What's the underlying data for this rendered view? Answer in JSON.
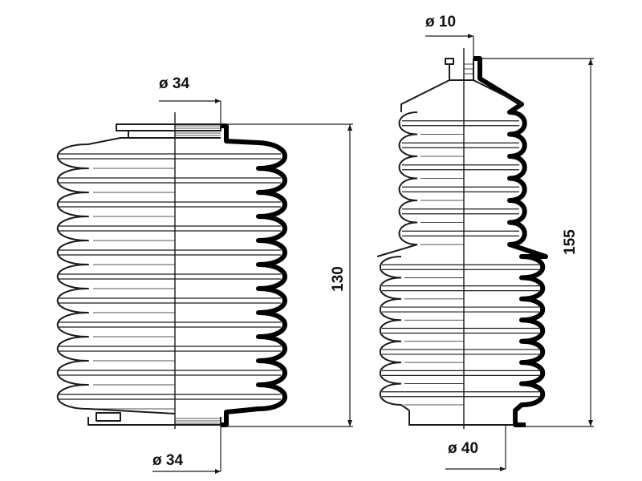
{
  "colors": {
    "line": "#1a1a1a",
    "section": "#000000",
    "background": "#ffffff"
  },
  "boot_left": {
    "top_diameter": "ø 34",
    "bottom_diameter": "ø 34",
    "length": "130",
    "convolutions": 11
  },
  "boot_right": {
    "top_diameter": "ø 10",
    "bottom_diameter": "ø 40",
    "length": "155",
    "upper_convolutions": 6,
    "lower_convolutions": 7
  }
}
